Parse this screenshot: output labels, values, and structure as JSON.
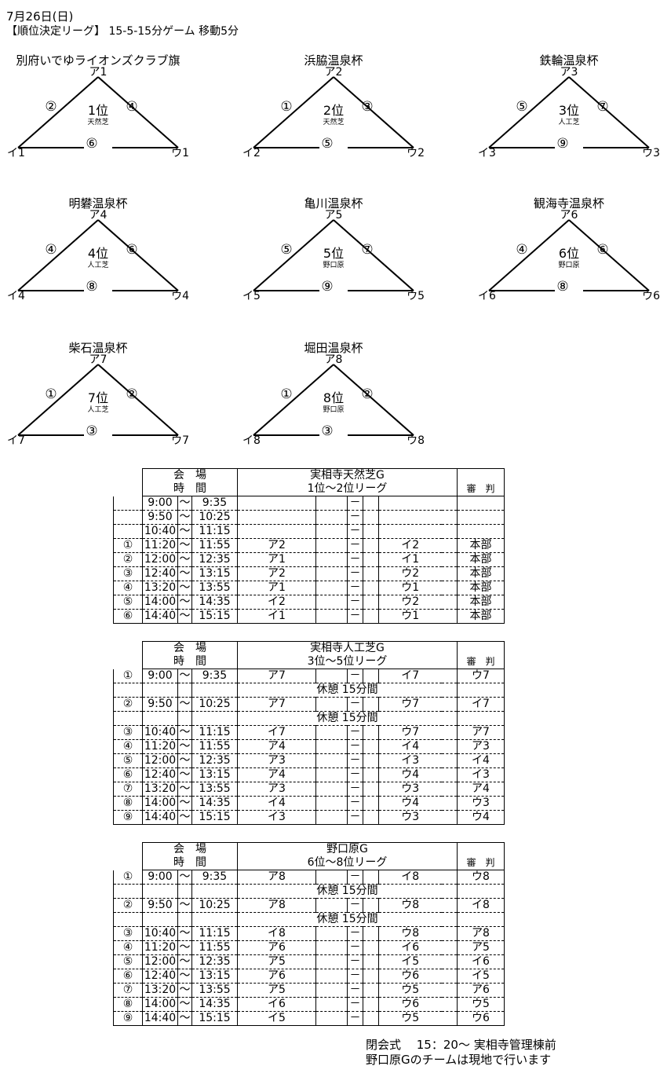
{
  "header": {
    "date": "7月26日(日)",
    "subtitle": "【順位決定リーグ】 15-5-15分ゲーム 移動5分"
  },
  "triangles": [
    {
      "cup": "別府いでゆライオンズクラブ旗",
      "apex": "ア1",
      "rank": "1位",
      "field": "天然芝",
      "left_match": "②",
      "right_match": "④",
      "bottom_match": "⑥",
      "bottom_left": "イ1",
      "bottom_right": "ウ1"
    },
    {
      "cup": "浜脇温泉杯",
      "apex": "ア2",
      "rank": "2位",
      "field": "天然芝",
      "left_match": "①",
      "right_match": "③",
      "bottom_match": "⑤",
      "bottom_left": "イ2",
      "bottom_right": "ウ2"
    },
    {
      "cup": "鉄輪温泉杯",
      "apex": "ア3",
      "rank": "3位",
      "field": "人工芝",
      "left_match": "⑤",
      "right_match": "⑦",
      "bottom_match": "⑨",
      "bottom_left": "イ3",
      "bottom_right": "ウ3"
    },
    {
      "cup": "明礬温泉杯",
      "apex": "ア4",
      "rank": "4位",
      "field": "人工芝",
      "left_match": "④",
      "right_match": "⑥",
      "bottom_match": "⑧",
      "bottom_left": "イ4",
      "bottom_right": "ウ4"
    },
    {
      "cup": "亀川温泉杯",
      "apex": "ア5",
      "rank": "5位",
      "field": "野口原",
      "left_match": "⑤",
      "right_match": "⑦",
      "bottom_match": "⑨",
      "bottom_left": "イ5",
      "bottom_right": "ウ5"
    },
    {
      "cup": "観海寺温泉杯",
      "apex": "ア6",
      "rank": "6位",
      "field": "野口原",
      "left_match": "④",
      "right_match": "⑥",
      "bottom_match": "⑧",
      "bottom_left": "イ6",
      "bottom_right": "ウ6"
    },
    {
      "cup": "柴石温泉杯",
      "apex": "ア7",
      "rank": "7位",
      "field": "人工芝",
      "left_match": "①",
      "right_match": "②",
      "bottom_match": "③",
      "bottom_left": "イ7",
      "bottom_right": "ウ7"
    },
    {
      "cup": "堀田温泉杯",
      "apex": "ア8",
      "rank": "8位",
      "field": "野口原",
      "left_match": "①",
      "right_match": "②",
      "bottom_match": "③",
      "bottom_left": "イ8",
      "bottom_right": "ウ8"
    }
  ],
  "schedules": [
    {
      "venue_label": "会　場",
      "time_label": "時　間",
      "venue": "実相寺天然芝G",
      "league": "1位～2位リーグ",
      "referee_label": "審　判",
      "rows": [
        {
          "no": "",
          "start": "9:00",
          "sep": "～",
          "end": "9:35",
          "home": "",
          "dash": "－",
          "away": "",
          "ref": ""
        },
        {
          "no": "",
          "start": "9:50",
          "sep": "～",
          "end": "10:25",
          "home": "",
          "dash": "－",
          "away": "",
          "ref": ""
        },
        {
          "no": "",
          "start": "10:40",
          "sep": "～",
          "end": "11:15",
          "home": "",
          "dash": "－",
          "away": "",
          "ref": ""
        },
        {
          "no": "①",
          "start": "11:20",
          "sep": "～",
          "end": "11:55",
          "home": "ア2",
          "dash": "－",
          "away": "イ2",
          "ref": "本部"
        },
        {
          "no": "②",
          "start": "12:00",
          "sep": "～",
          "end": "12:35",
          "home": "ア1",
          "dash": "－",
          "away": "イ1",
          "ref": "本部"
        },
        {
          "no": "③",
          "start": "12:40",
          "sep": "～",
          "end": "13:15",
          "home": "ア2",
          "dash": "－",
          "away": "ウ2",
          "ref": "本部"
        },
        {
          "no": "④",
          "start": "13:20",
          "sep": "～",
          "end": "13:55",
          "home": "ア1",
          "dash": "－",
          "away": "ウ1",
          "ref": "本部"
        },
        {
          "no": "⑤",
          "start": "14:00",
          "sep": "～",
          "end": "14:35",
          "home": "イ2",
          "dash": "－",
          "away": "ウ2",
          "ref": "本部"
        },
        {
          "no": "⑥",
          "start": "14:40",
          "sep": "～",
          "end": "15:15",
          "home": "イ1",
          "dash": "－",
          "away": "ウ1",
          "ref": "本部"
        }
      ]
    },
    {
      "venue_label": "会　場",
      "time_label": "時　間",
      "venue": "実相寺人工芝G",
      "league": "3位～5位リーグ",
      "referee_label": "審　判",
      "rows": [
        {
          "no": "①",
          "start": "9:00",
          "sep": "～",
          "end": "9:35",
          "home": "ア7",
          "dash": "－",
          "away": "イ7",
          "ref": "ウ7"
        },
        {
          "rest": "休憩 15分間"
        },
        {
          "no": "②",
          "start": "9:50",
          "sep": "～",
          "end": "10:25",
          "home": "ア7",
          "dash": "－",
          "away": "ウ7",
          "ref": "イ7"
        },
        {
          "rest": "休憩 15分間"
        },
        {
          "no": "③",
          "start": "10:40",
          "sep": "～",
          "end": "11:15",
          "home": "イ7",
          "dash": "－",
          "away": "ウ7",
          "ref": "ア7"
        },
        {
          "no": "④",
          "start": "11:20",
          "sep": "～",
          "end": "11:55",
          "home": "ア4",
          "dash": "－",
          "away": "イ4",
          "ref": "ア3"
        },
        {
          "no": "⑤",
          "start": "12:00",
          "sep": "～",
          "end": "12:35",
          "home": "ア3",
          "dash": "－",
          "away": "イ3",
          "ref": "イ4"
        },
        {
          "no": "⑥",
          "start": "12:40",
          "sep": "～",
          "end": "13:15",
          "home": "ア4",
          "dash": "－",
          "away": "ウ4",
          "ref": "イ3"
        },
        {
          "no": "⑦",
          "start": "13:20",
          "sep": "～",
          "end": "13:55",
          "home": "ア3",
          "dash": "－",
          "away": "ウ3",
          "ref": "ア4"
        },
        {
          "no": "⑧",
          "start": "14:00",
          "sep": "～",
          "end": "14:35",
          "home": "イ4",
          "dash": "－",
          "away": "ウ4",
          "ref": "ウ3"
        },
        {
          "no": "⑨",
          "start": "14:40",
          "sep": "～",
          "end": "15:15",
          "home": "イ3",
          "dash": "－",
          "away": "ウ3",
          "ref": "ウ4"
        }
      ]
    },
    {
      "venue_label": "会　場",
      "time_label": "時　間",
      "venue": "野口原G",
      "league": "6位～8位リーグ",
      "referee_label": "審　判",
      "rows": [
        {
          "no": "①",
          "start": "9:00",
          "sep": "～",
          "end": "9:35",
          "home": "ア8",
          "dash": "－",
          "away": "イ8",
          "ref": "ウ8"
        },
        {
          "rest": "休憩 15分間"
        },
        {
          "no": "②",
          "start": "9:50",
          "sep": "～",
          "end": "10:25",
          "home": "ア8",
          "dash": "－",
          "away": "ウ8",
          "ref": "イ8"
        },
        {
          "rest": "休憩 15分間"
        },
        {
          "no": "③",
          "start": "10:40",
          "sep": "～",
          "end": "11:15",
          "home": "イ8",
          "dash": "－",
          "away": "ウ8",
          "ref": "ア8"
        },
        {
          "no": "④",
          "start": "11:20",
          "sep": "～",
          "end": "11:55",
          "home": "ア6",
          "dash": "－",
          "away": "イ6",
          "ref": "ア5"
        },
        {
          "no": "⑤",
          "start": "12:00",
          "sep": "～",
          "end": "12:35",
          "home": "ア5",
          "dash": "－",
          "away": "イ5",
          "ref": "イ6"
        },
        {
          "no": "⑥",
          "start": "12:40",
          "sep": "～",
          "end": "13:15",
          "home": "ア6",
          "dash": "－",
          "away": "ウ6",
          "ref": "イ5"
        },
        {
          "no": "⑦",
          "start": "13:20",
          "sep": "～",
          "end": "13:55",
          "home": "ア5",
          "dash": "－",
          "away": "ウ5",
          "ref": "ア6"
        },
        {
          "no": "⑧",
          "start": "14:00",
          "sep": "～",
          "end": "14:35",
          "home": "イ6",
          "dash": "－",
          "away": "ウ6",
          "ref": "ウ5"
        },
        {
          "no": "⑨",
          "start": "14:40",
          "sep": "～",
          "end": "15:15",
          "home": "イ5",
          "dash": "－",
          "away": "ウ5",
          "ref": "ウ6"
        }
      ]
    }
  ],
  "footer": {
    "closing": "閉会式　 15：20～ 実相寺管理棟前",
    "note": "野口原Gのチームは現地で行います"
  }
}
